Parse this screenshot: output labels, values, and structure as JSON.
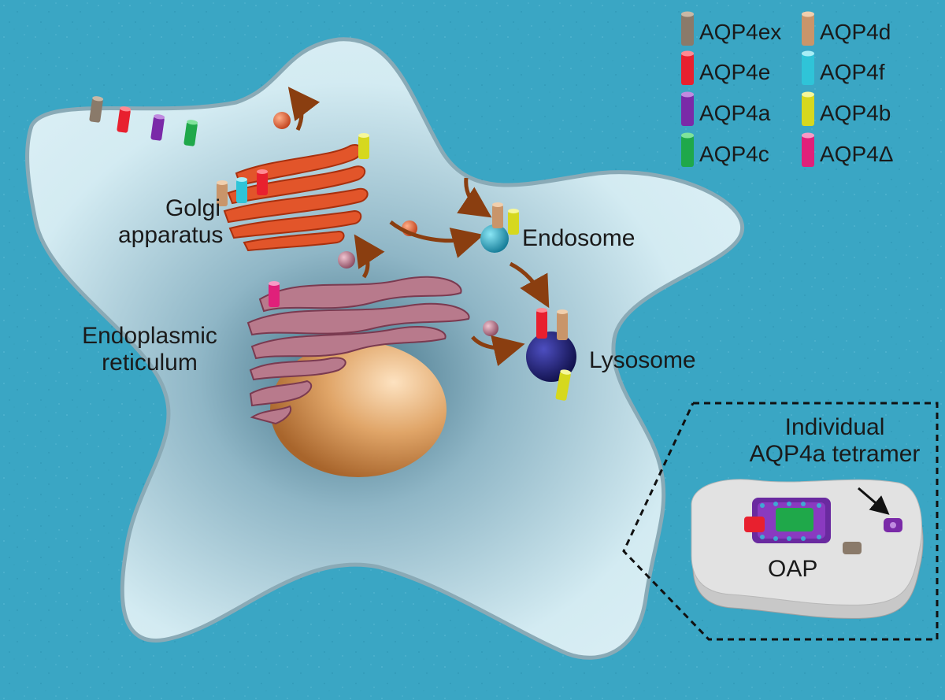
{
  "labels": {
    "golgi": [
      "Golgi",
      "apparatus"
    ],
    "er": [
      "Endoplasmic",
      "reticulum"
    ],
    "endosome": "Endosome",
    "lysosome": "Lysosome",
    "individual": [
      "Individual",
      "AQP4a tetramer"
    ],
    "oap": "OAP"
  },
  "legend": [
    {
      "label": "AQP4ex",
      "color": "#8a7a6a"
    },
    {
      "label": "AQP4d",
      "color": "#c9956a"
    },
    {
      "label": "AQP4e",
      "color": "#e8202e"
    },
    {
      "label": "AQP4f",
      "color": "#2fc4d8"
    },
    {
      "label": "AQP4a",
      "color": "#7a2aa8"
    },
    {
      "label": "AQP4b",
      "color": "#d6d81e"
    },
    {
      "label": "AQP4c",
      "color": "#1fa84a"
    },
    {
      "label": "AQP4Δ",
      "color": "#e0207a"
    }
  ],
  "colors": {
    "background": "#3aa6c4",
    "cell": "#d3ebf2",
    "nucleus": "#d99a5c",
    "golgi": "#e2552a",
    "er": "#a9657a",
    "endosome": "#29a9c8",
    "lysosome": "#1e1f7a",
    "arrow": "#8a3e10"
  }
}
